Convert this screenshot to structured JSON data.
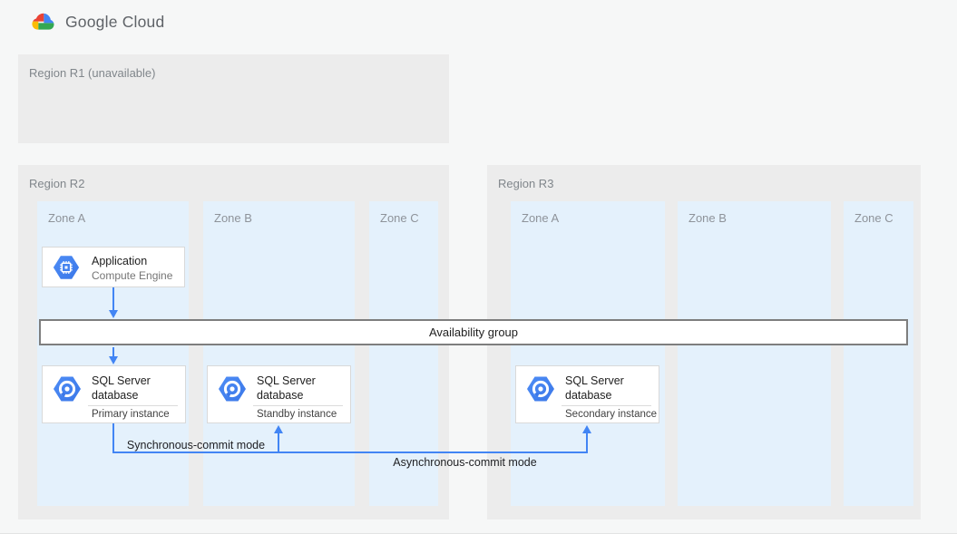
{
  "header": {
    "logo_icon": "google-cloud-logo",
    "logo_text": "Google Cloud"
  },
  "regions": {
    "r1": {
      "label": "Region R1 (unavailable)"
    },
    "r2": {
      "label": "Region R2",
      "zones": [
        "Zone A",
        "Zone B",
        "Zone C"
      ]
    },
    "r3": {
      "label": "Region R3",
      "zones": [
        "Zone A",
        "Zone B",
        "Zone C"
      ]
    }
  },
  "nodes": {
    "application": {
      "title": "Application",
      "subtitle": "Compute Engine",
      "icon": "compute-engine-icon"
    },
    "availability_group": {
      "label": "Availability group"
    },
    "primary_db": {
      "title": "SQL Server database",
      "role": "Primary instance",
      "icon": "sql-server-icon"
    },
    "standby_db": {
      "title": "SQL Server database",
      "role": "Standby instance",
      "icon": "sql-server-icon"
    },
    "secondary_db": {
      "title": "SQL Server database",
      "role": "Secondary instance",
      "icon": "sql-server-icon"
    }
  },
  "edges": {
    "sync_label": "Synchronous-commit mode",
    "async_label": "Asynchronous-commit mode"
  },
  "colors": {
    "arrow_blue": "#4285f4",
    "hexagon_blue": "#4285f4",
    "zone_fill": "#e4f1fc",
    "region_fill": "#ececec",
    "logo_red": "#ea4335",
    "logo_yellow": "#fbbc04",
    "logo_green": "#34a853",
    "logo_blue": "#4285f4"
  }
}
